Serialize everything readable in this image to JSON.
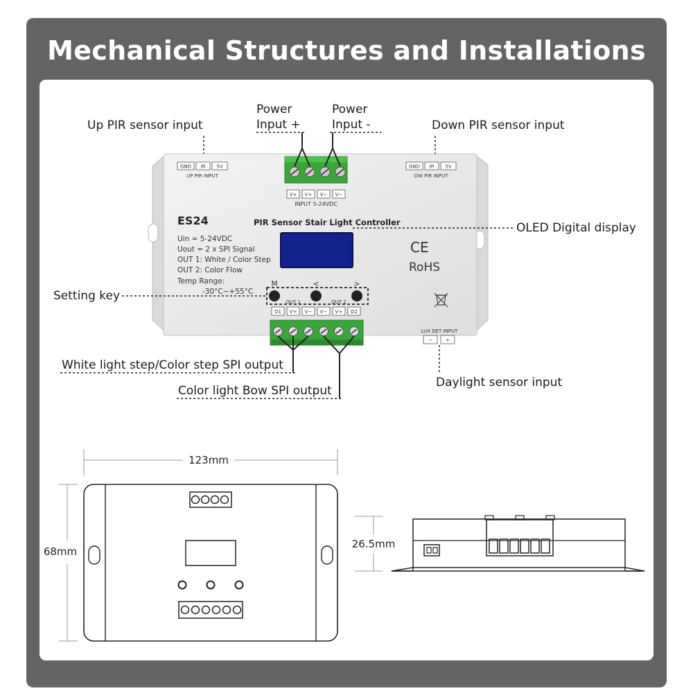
{
  "title": "Mechanical Structures and Installations",
  "callouts": {
    "up_pir": "Up PIR sensor input",
    "power_plus_1": "Power",
    "power_plus_2": "Input +",
    "power_minus_1": "Power",
    "power_minus_2": "Input -",
    "down_pir": "Down PIR sensor input",
    "oled": "OLED Digital display",
    "setting_key": "Setting key",
    "white_step": "White light step/Color step SPI output",
    "color_bow": "Color light Bow SPI output",
    "daylight": "Daylight sensor input"
  },
  "device": {
    "model": "ES24",
    "name": "PIR Sensor Stair Light Controller",
    "specs": [
      "Uin   = 5-24VDC",
      "Uout  = 2 x SPI Signal",
      "OUT 1: White / Color Step",
      "OUT 2: Color Flow",
      "Temp Range:",
      "-30°C~+55°C"
    ],
    "up_pir_pins": [
      "GND",
      "IR",
      "5V"
    ],
    "up_pir_label": "UP PIR INPUT",
    "dw_pir_pins": [
      "GND",
      "IR",
      "5V"
    ],
    "dw_pir_label": "DW PIR INPUT",
    "input_pins": [
      "V+",
      "V+",
      "V−",
      "V−"
    ],
    "input_label": "INPUT 5-24VDC",
    "output_pins": [
      "D1",
      "V+",
      "V−",
      "V−",
      "V+",
      "D2"
    ],
    "out1_label": "OUT 1",
    "out2_label": "OUT 2",
    "keys": [
      "M",
      "<",
      ">"
    ],
    "ce": "CE",
    "rohs": "RoHS",
    "lux_label": "LUX DET INPUT",
    "lux_pins": [
      "−",
      "+"
    ]
  },
  "dimensions": {
    "width": "123mm",
    "height": "68mm",
    "depth": "26.5mm"
  },
  "colors": {
    "frame": "#646464",
    "terminal_green": "#3aa63a",
    "oled": "#12228f"
  }
}
